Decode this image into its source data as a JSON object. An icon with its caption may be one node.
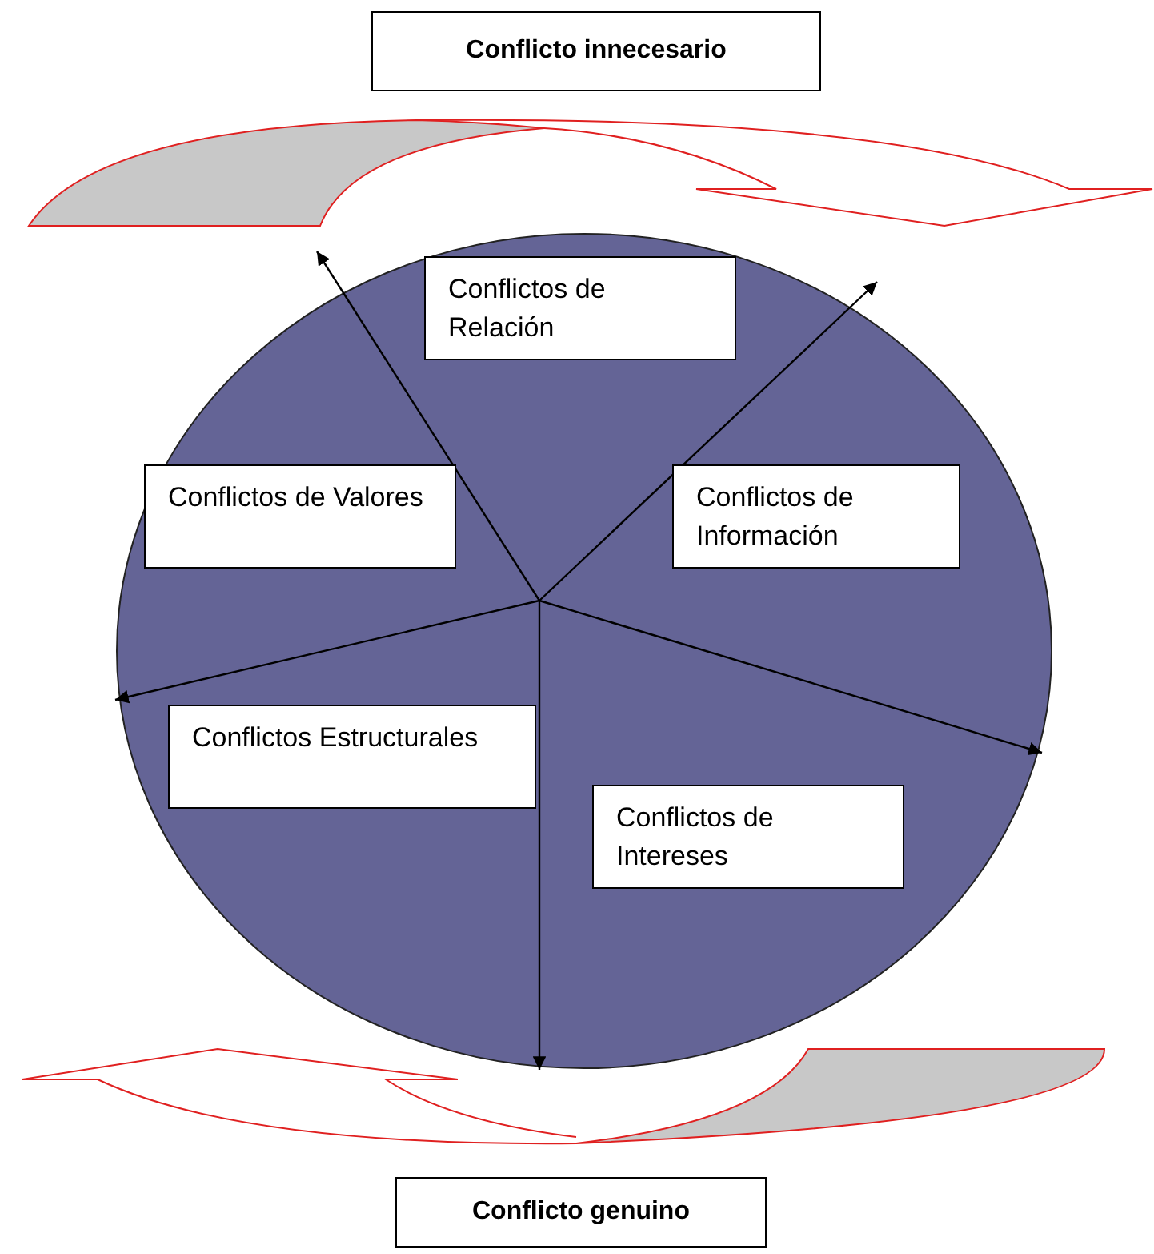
{
  "diagram": {
    "nodes": [
      {
        "text": [
          "Conflicto innecesario"
        ]
      },
      {
        "text": [],
        "shape": "circle"
      },
      {
        "text": [
          "Conflictos de Relación"
        ],
        "in": 1
      },
      {
        "text": [
          "Conflictos de Información"
        ],
        "in": 1
      },
      {
        "text": [
          "Conflictos de Valores"
        ],
        "in": 1
      },
      {
        "text": [
          "Conflictos Estructurales"
        ],
        "in": 1
      },
      {
        "text": [
          "Conflictos de Intereses"
        ],
        "in": 1
      },
      {
        "text": [
          "Conflicto genuino"
        ]
      }
    ]
  }
}
